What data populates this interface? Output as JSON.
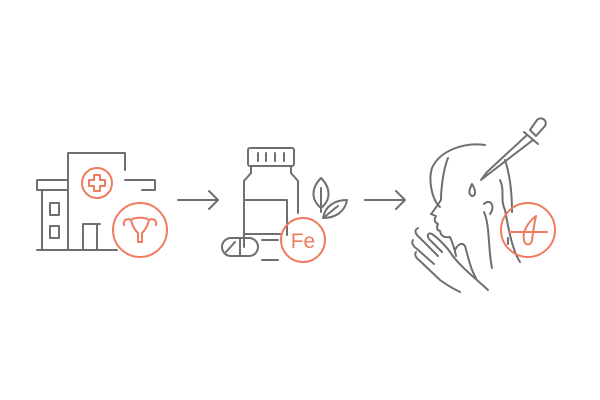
{
  "steps": [
    {
      "name": "hospital-gynecology",
      "icon": "hospital-uterus-icon"
    },
    {
      "name": "iron-supplement",
      "icon": "supplement-bottle-icon",
      "badge_text": "Fe"
    },
    {
      "name": "scalp-treatment",
      "icon": "scalp-dropper-hair-icon"
    }
  ],
  "colors": {
    "line": "#6f6f6f",
    "accent": "#f07b5f"
  }
}
